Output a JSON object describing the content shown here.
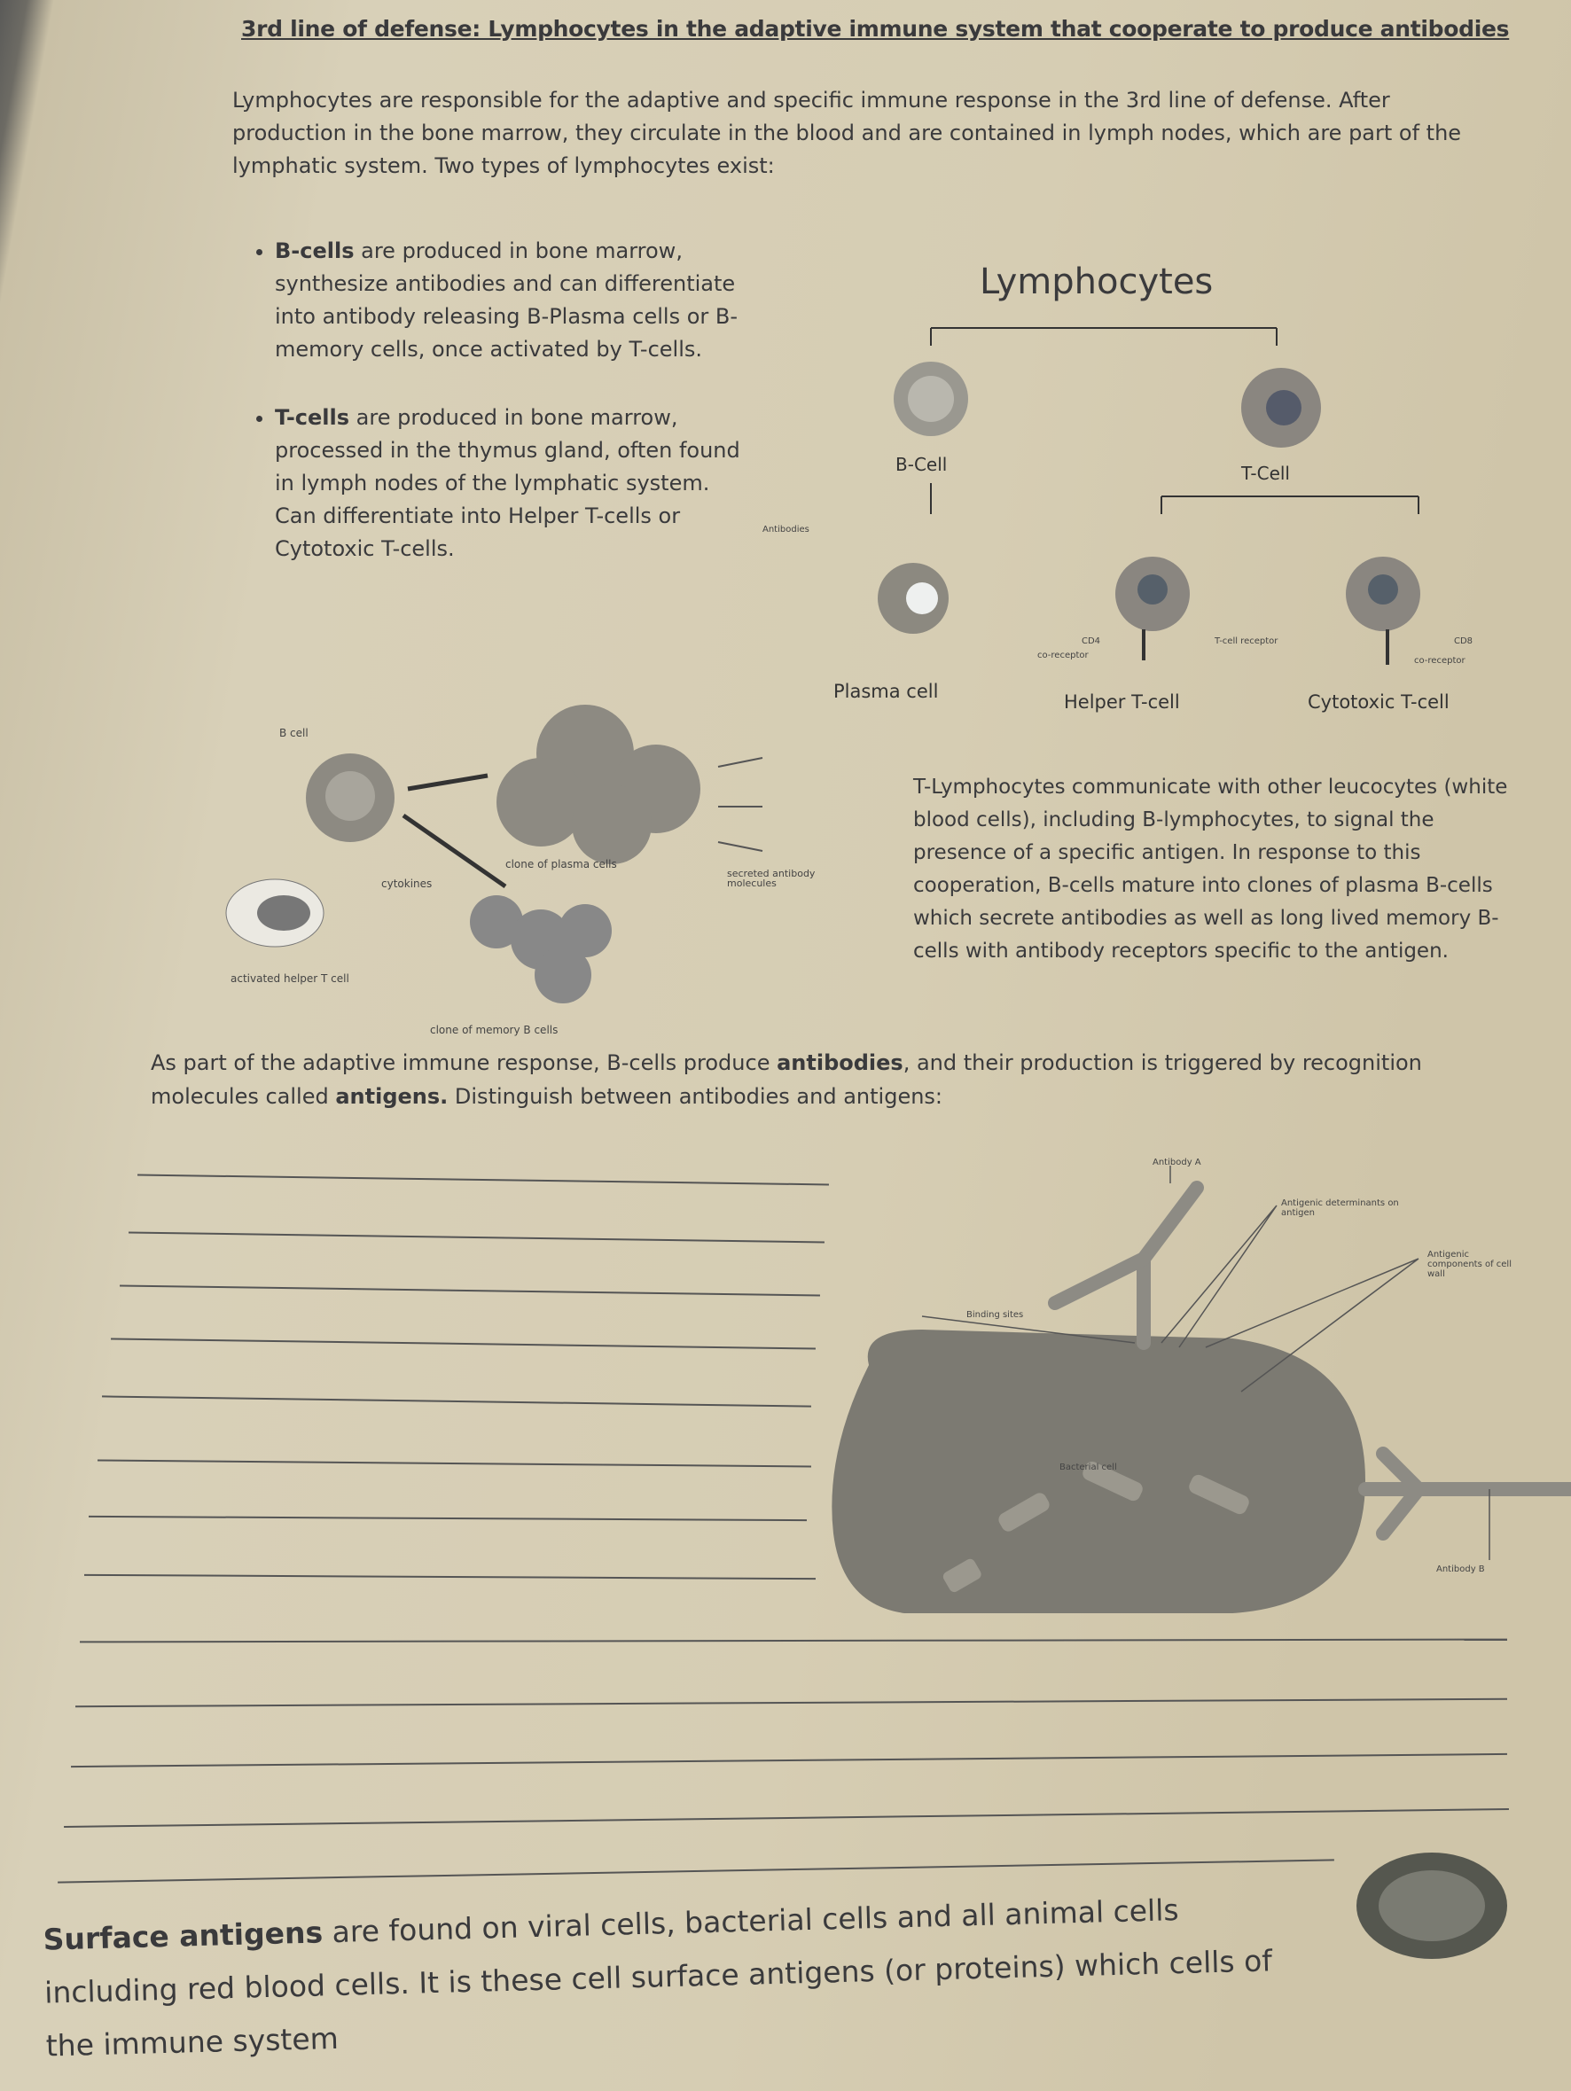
{
  "title": "3rd line of defense: Lymphocytes in the adaptive immune system that cooperate to produce antibodies",
  "intro": "Lymphocytes are responsible for the adaptive and specific immune response in the 3rd line of defense. After production in the bone marrow, they circulate in the blood and are contained in lymph nodes, which are part of the lymphatic system. Two types of lymphocytes exist:",
  "bullets": [
    {
      "bold": "B-cells",
      "text": " are produced in bone marrow, synthesize antibodies and can differentiate into antibody releasing B-Plasma cells or B-memory cells, once activated by T-cells."
    },
    {
      "bold": "T-cells",
      "text": " are produced in bone marrow, processed in the thymus gland, often found in lymph nodes of the lymphatic system. Can differentiate into Helper T-cells or Cytotoxic T-cells."
    }
  ],
  "lymphocyte_diagram": {
    "title": "Lymphocytes",
    "b_cell": "B-Cell",
    "t_cell": "T-Cell",
    "antibodies": "Antibodies",
    "plasma_cell": "Plasma cell",
    "helper_t_cell": "Helper T-cell",
    "cytotoxic_t_cell": "Cytotoxic T-cell",
    "cd4": "CD4",
    "cd8": "CD8",
    "co_receptor_left": "co-receptor",
    "co_receptor_right": "co-receptor",
    "t_cell_receptor": "T-cell receptor"
  },
  "bcell_diagram": {
    "b_cell": "B cell",
    "cytokines": "cytokines",
    "activated_helper": "activated helper T cell",
    "clone_plasma": "clone of plasma cells",
    "secreted_antibody": "secreted antibody molecules",
    "clone_memory": "clone of memory B cells"
  },
  "t_paragraph": "T-Lymphocytes communicate with other leucocytes (white blood cells), including B-lymphocytes, to signal the presence of a specific antigen. In response to this cooperation, B-cells mature into clones of plasma B-cells which secrete antibodies as well as long lived memory B-cells with antibody receptors specific to the antigen.",
  "question": {
    "part1": "As part of the adaptive immune response, B-cells produce ",
    "bold1": "antibodies",
    "part2": ", and their production is triggered by recognition molecules called ",
    "bold2": "antigens.",
    "part3": " Distinguish between antibodies and antigens:"
  },
  "antibody_diagram": {
    "antibody_a": "Antibody A",
    "antigenic_determinants": "Antigenic determinants on antigen",
    "binding_sites": "Binding sites",
    "antigenic_components": "Antigenic components of cell wall",
    "bacterial_cell": "Bacterial cell",
    "antibody_b": "Antibody B"
  },
  "surface": {
    "bold": "Surface antigens",
    "text": " are found on viral cells, bacterial cells and all animal cells including red blood cells. It is these cell surface antigens (or proteins) which cells of the immune system"
  }
}
